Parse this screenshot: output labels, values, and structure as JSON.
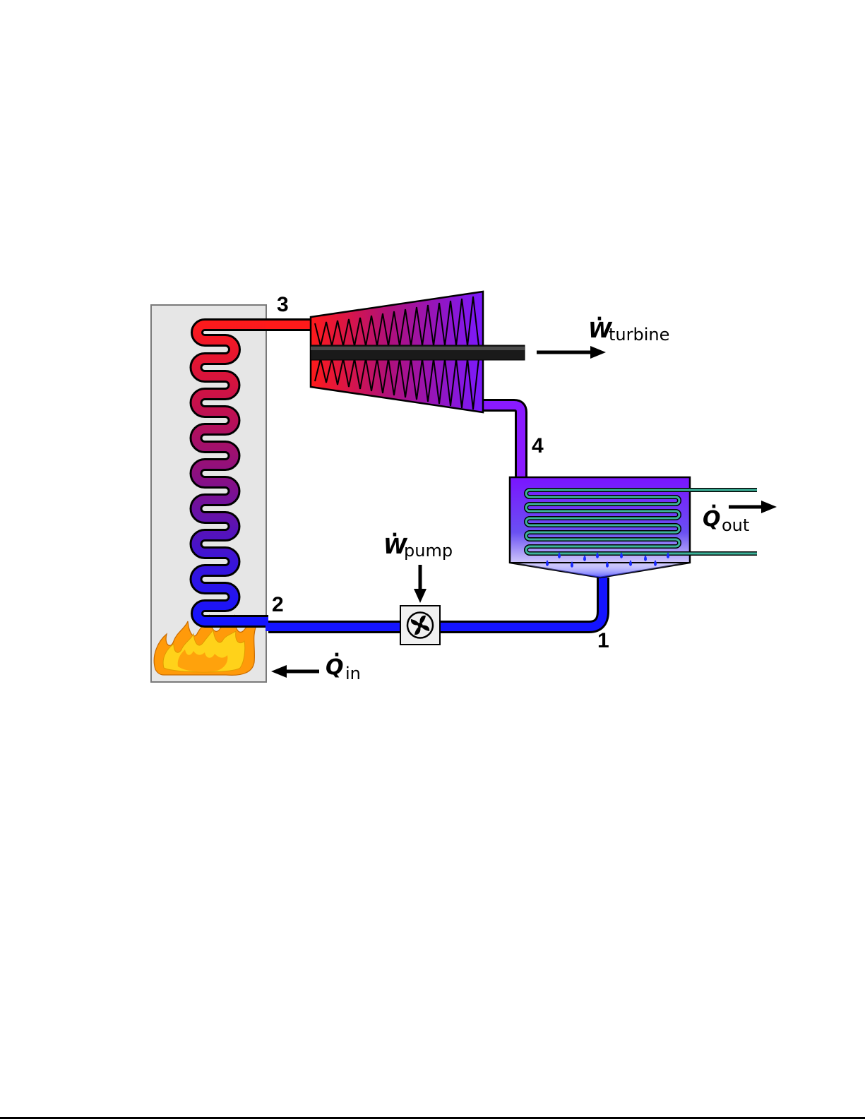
{
  "state_labels": {
    "s1": "1",
    "s2": "2",
    "s3": "3",
    "s4": "4"
  },
  "energy_labels": {
    "w_turbine": {
      "symbol": "W",
      "subscript": "turbine"
    },
    "w_pump": {
      "symbol": "W",
      "subscript": "pump"
    },
    "q_in": {
      "symbol": "Q",
      "subscript": "in"
    },
    "q_out": {
      "symbol": "Q",
      "subscript": "out"
    },
    "dot_mark": "·"
  },
  "colors": {
    "hot": "#ff1a1a",
    "mid": "#9b0f7a",
    "cold": "#1414ff",
    "exhaust": "#8a1aff",
    "boiler_box": "#e6e6e6",
    "shaft": "#1a1a1a",
    "cooling_coil": "#3db39a",
    "flame_outer": "#ff9a0a",
    "flame_inner": "#ffd21a"
  }
}
